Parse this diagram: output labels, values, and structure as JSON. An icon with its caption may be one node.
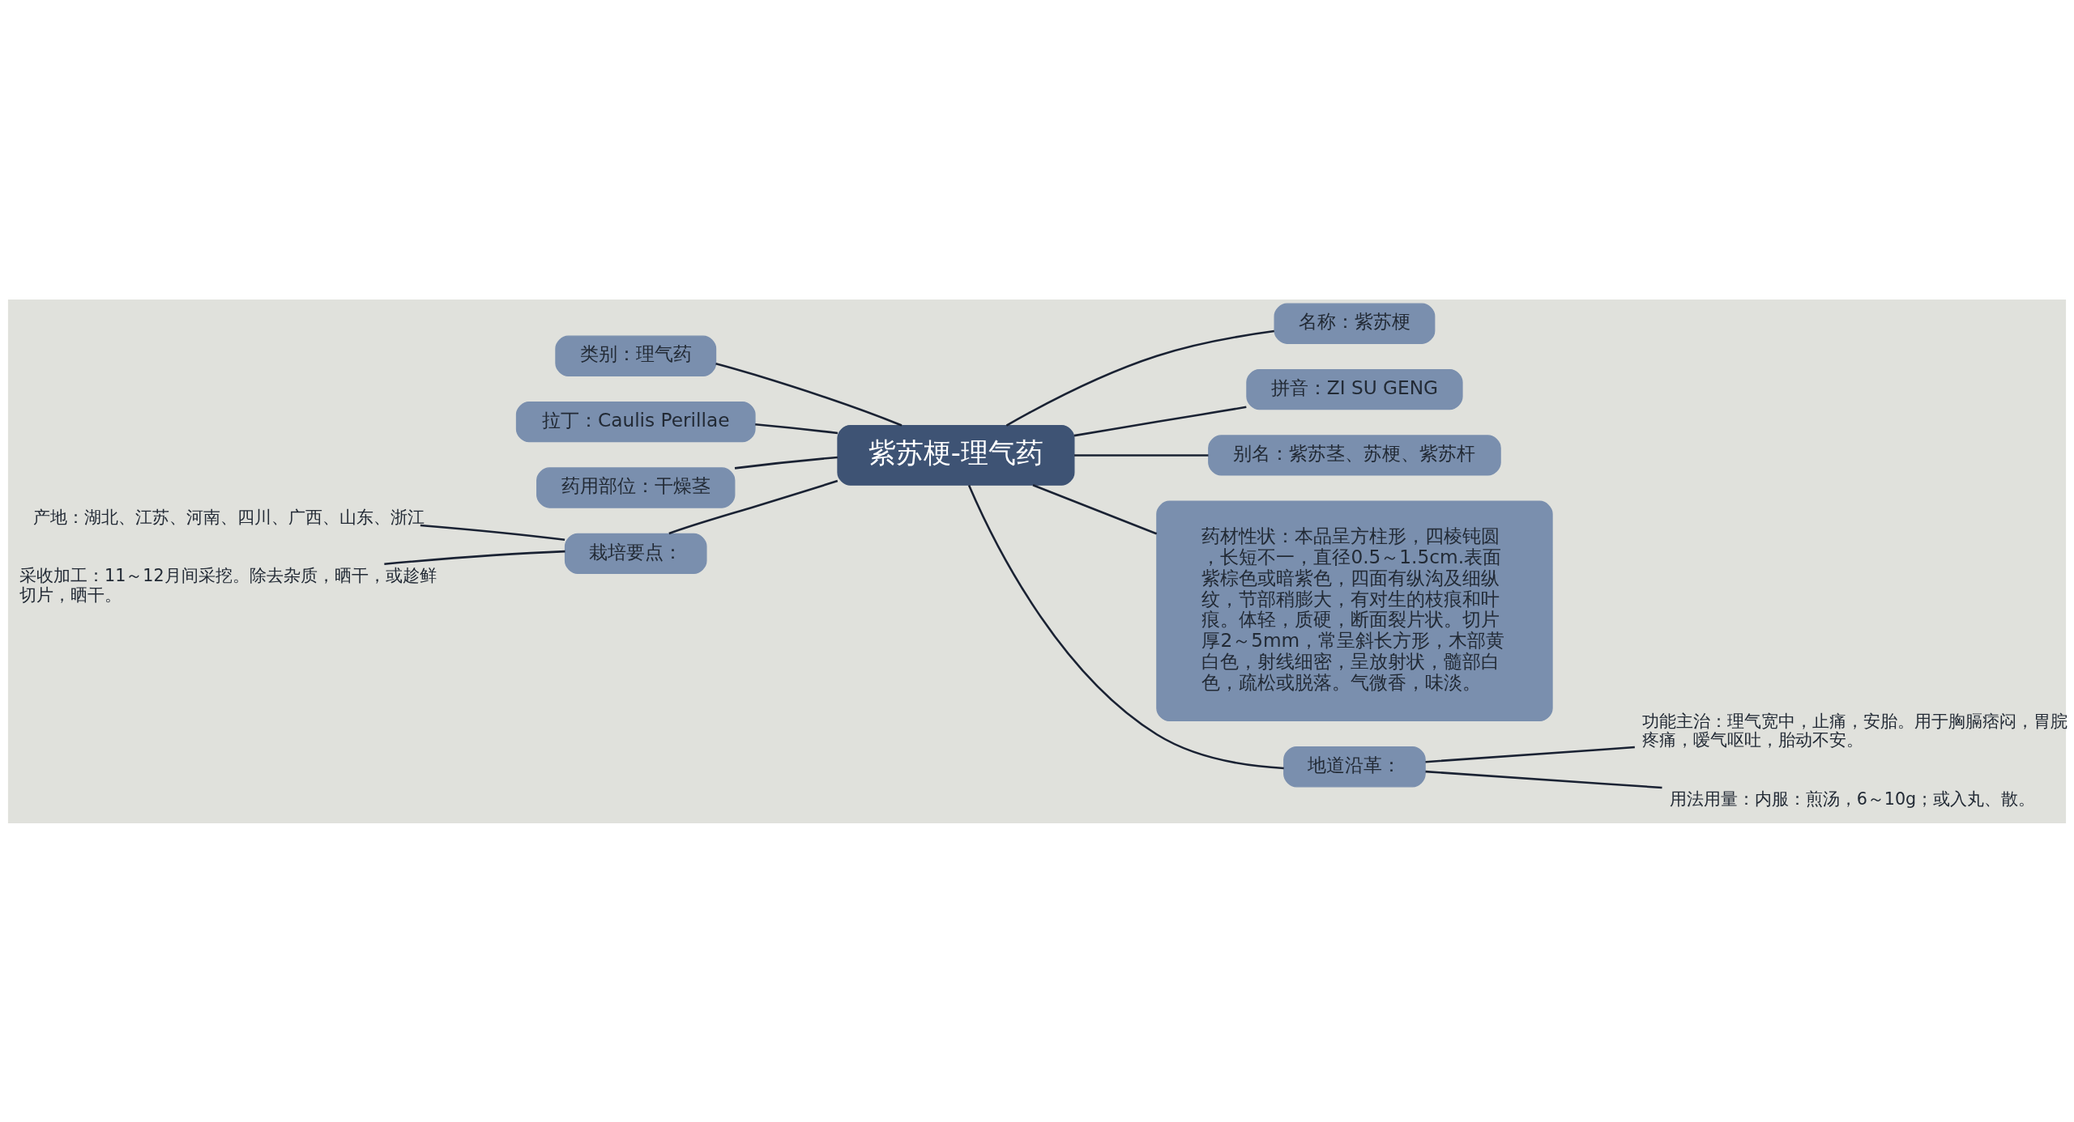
{
  "diagram": {
    "nodes": [
      {
        "text": [
          "紫苏梗-理气药"
        ]
      },
      {
        "text": [
          "名称：紫苏梗"
        ]
      },
      {
        "text": [
          "拼音：ZI SU GENG"
        ]
      },
      {
        "text": [
          "别名：紫苏茎、苏梗、紫苏杆"
        ]
      },
      {
        "text": [
          "药材性状：本品呈方柱形，四棱钝圆，长短不一，直径0.5～1.5cm.表面紫棕色或暗紫色，四面有纵沟及细纵纹，节部稍膨大，有对生的枝痕和叶痕。体轻，质硬，断面裂片状。切片厚2～5mm，常呈斜长方形，木部黄白色，射线细密，呈放射状，髓部白色，疏松或脱落。气微香，味淡。"
        ]
      },
      {
        "text": [
          "地道沿革："
        ]
      },
      {
        "text": [
          "功能主治：理气宽中，止痛，安胎。用于胸膈痞闷，胃脘疼痛，嗳气呕吐，胎动不安。"
        ]
      },
      {
        "text": [
          "用法用量：内服：煎汤，6～10g；或入丸、散。"
        ]
      },
      {
        "text": [
          "类别：理气药"
        ]
      },
      {
        "text": [
          "拉丁：Caulis Perillae"
        ]
      },
      {
        "text": [
          "药用部位：干燥茎"
        ]
      },
      {
        "text": [
          "栽培要点："
        ]
      },
      {
        "text": [
          "产地：湖北、江苏、河南、四川、广西、山东、浙江"
        ]
      },
      {
        "text": [
          "采收加工：11～12月间采挖。除去杂质，晒干，或趁鲜切片，晒干。"
        ]
      }
    ],
    "edges": [
      {
        "from": 0,
        "to": 1,
        "arrow": "none"
      },
      {
        "from": 0,
        "to": 2,
        "arrow": "none"
      },
      {
        "from": 0,
        "to": 3,
        "arrow": "none"
      },
      {
        "from": 0,
        "to": 4,
        "arrow": "none"
      },
      {
        "from": 0,
        "to": 5,
        "arrow": "none"
      },
      {
        "from": 5,
        "to": 6,
        "arrow": "none"
      },
      {
        "from": 5,
        "to": 7,
        "arrow": "none"
      },
      {
        "from": 0,
        "to": 8,
        "arrow": "none"
      },
      {
        "from": 0,
        "to": 9,
        "arrow": "none"
      },
      {
        "from": 0,
        "to": 10,
        "arrow": "none"
      },
      {
        "from": 0,
        "to": 11,
        "arrow": "none"
      },
      {
        "from": 11,
        "to": 12,
        "arrow": "none"
      },
      {
        "from": 11,
        "to": 13,
        "arrow": "none"
      }
    ]
  }
}
